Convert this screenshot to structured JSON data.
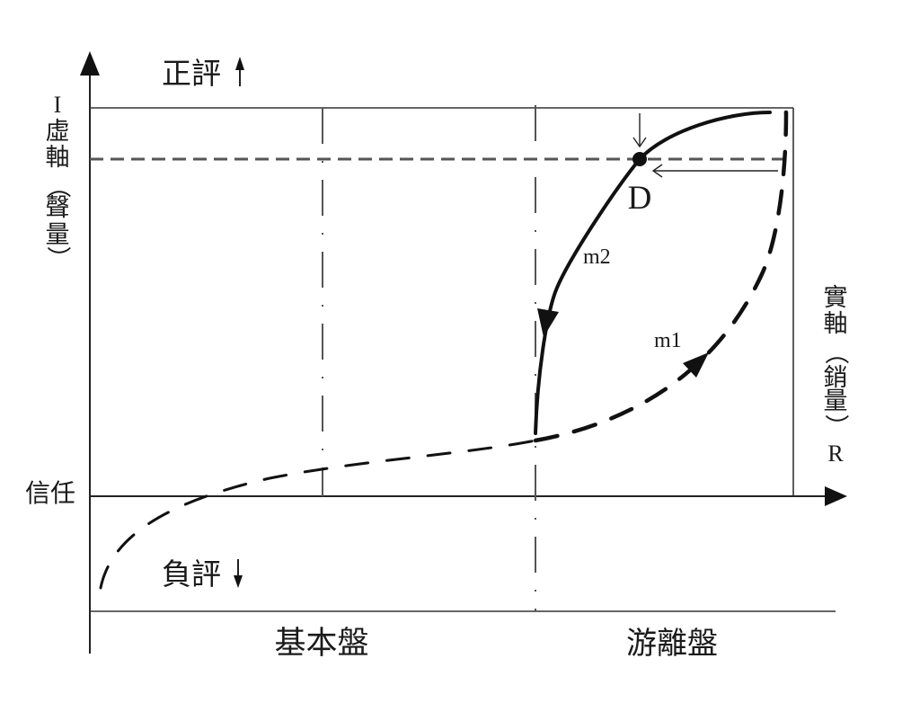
{
  "diagram": {
    "y_axis": {
      "letter": "I",
      "chars": [
        "虛",
        "軸",
        "（",
        "聲",
        "量",
        "）"
      ]
    },
    "x_axis": {
      "chars": [
        "實",
        "軸",
        "（",
        "銷",
        "量",
        "）"
      ],
      "letter": "R"
    },
    "upper_region": {
      "label": "正評",
      "arrow": "up-arrow-icon"
    },
    "lower_region": {
      "label": "負評",
      "arrow": "down-arrow-icon"
    },
    "baseline_label": "信任",
    "segments": [
      {
        "label": "基本盤"
      },
      {
        "label": "游離盤"
      }
    ],
    "point": {
      "label": "D"
    },
    "curves": [
      {
        "name": "m1",
        "style": "dashed",
        "direction": "upward"
      },
      {
        "name": "m2",
        "style": "solid",
        "direction": "downward"
      }
    ],
    "colors": {
      "ink": "#111111",
      "guide": "#555555",
      "frame": "#333333",
      "background": "#ffffff"
    }
  }
}
